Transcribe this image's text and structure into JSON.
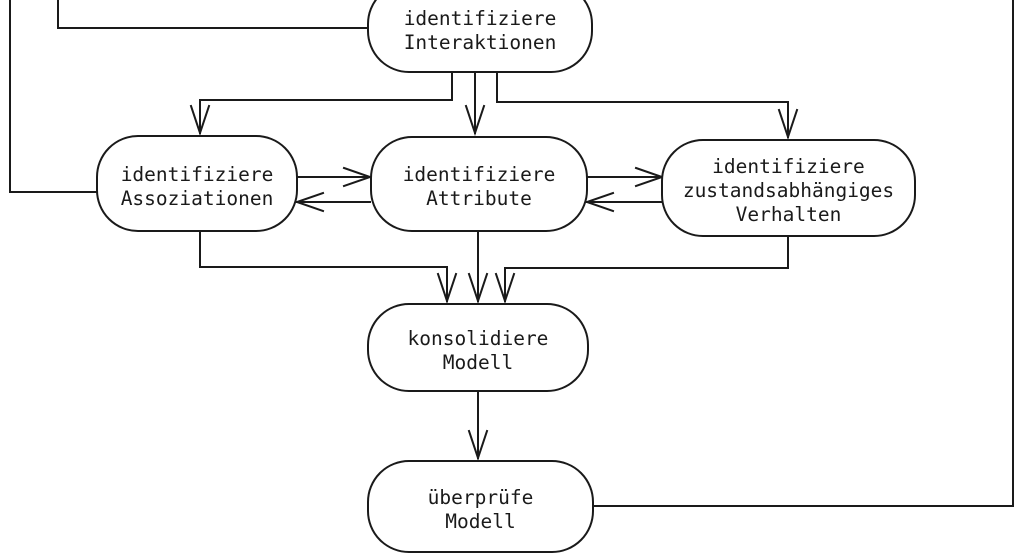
{
  "diagram": {
    "type": "flowchart",
    "language": "de",
    "colors": {
      "background": "#ffffff",
      "line": "#1a1a1a",
      "text": "#1a1a1a",
      "node_fill": "#ffffff"
    },
    "nodes": [
      {
        "id": "identifiziere-interaktionen",
        "label": "identifiziere\nInteraktionen"
      },
      {
        "id": "identifiziere-assoziationen",
        "label": "identifiziere\nAssoziationen"
      },
      {
        "id": "identifiziere-attribute",
        "label": "identifiziere\nAttribute"
      },
      {
        "id": "identifiziere-zustandsabhaengiges-verhalten",
        "label": "identifiziere\nzustandsabhängiges\nVerhalten"
      },
      {
        "id": "konsolidiere-modell",
        "label": "konsolidiere\nModell"
      },
      {
        "id": "ueberpruefe-modell",
        "label": "überprüfe\nModell"
      }
    ],
    "edges": [
      {
        "id": "edge-topleft-a-to-interaktionen",
        "from": "offscreen-top",
        "to": "identifiziere-interaktionen",
        "arrowhead": false
      },
      {
        "id": "edge-topleft-b-to-assoziationen",
        "from": "offscreen-top",
        "to": "identifiziere-assoziationen",
        "arrowhead": false
      },
      {
        "id": "edge-interaktionen-to-assoziationen",
        "from": "identifiziere-interaktionen",
        "to": "identifiziere-assoziationen",
        "arrowhead": true
      },
      {
        "id": "edge-interaktionen-to-attribute",
        "from": "identifiziere-interaktionen",
        "to": "identifiziere-attribute",
        "arrowhead": true
      },
      {
        "id": "edge-interaktionen-to-verhalten",
        "from": "identifiziere-interaktionen",
        "to": "identifiziere-zustandsabhaengiges-verhalten",
        "arrowhead": true
      },
      {
        "id": "edge-assoziationen-to-attribute",
        "from": "identifiziere-assoziationen",
        "to": "identifiziere-attribute",
        "arrowhead": true
      },
      {
        "id": "edge-attribute-to-assoziationen",
        "from": "identifiziere-attribute",
        "to": "identifiziere-assoziationen",
        "arrowhead": true
      },
      {
        "id": "edge-attribute-to-verhalten",
        "from": "identifiziere-attribute",
        "to": "identifiziere-zustandsabhaengiges-verhalten",
        "arrowhead": true
      },
      {
        "id": "edge-verhalten-to-attribute",
        "from": "identifiziere-zustandsabhaengiges-verhalten",
        "to": "identifiziere-attribute",
        "arrowhead": true
      },
      {
        "id": "edge-assoziationen-to-konsolidiere",
        "from": "identifiziere-assoziationen",
        "to": "konsolidiere-modell",
        "arrowhead": true
      },
      {
        "id": "edge-attribute-to-konsolidiere",
        "from": "identifiziere-attribute",
        "to": "konsolidiere-modell",
        "arrowhead": true
      },
      {
        "id": "edge-verhalten-to-konsolidiere",
        "from": "identifiziere-zustandsabhaengiges-verhalten",
        "to": "konsolidiere-modell",
        "arrowhead": true
      },
      {
        "id": "edge-konsolidiere-to-ueberpruefe",
        "from": "konsolidiere-modell",
        "to": "ueberpruefe-modell",
        "arrowhead": true
      },
      {
        "id": "edge-ueberpruefe-feedback-right",
        "from": "ueberpruefe-modell",
        "to": "offscreen-top",
        "arrowhead": false
      }
    ]
  }
}
